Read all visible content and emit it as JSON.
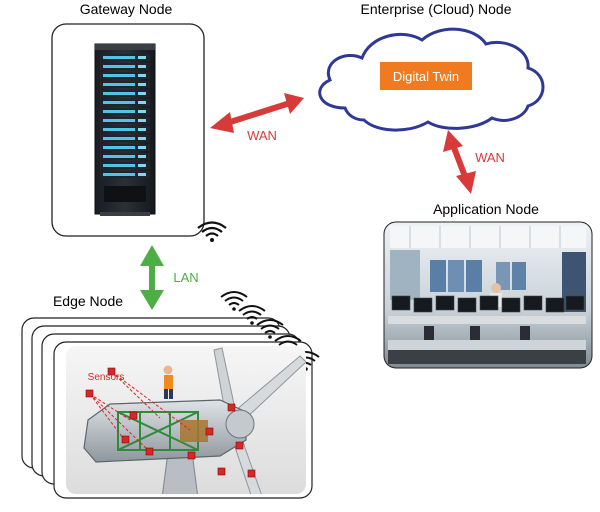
{
  "nodes": {
    "gateway": {
      "title": "Gateway Node"
    },
    "enterprise": {
      "title": "Enterprise (Cloud) Node",
      "twin_label": "Digital Twin"
    },
    "application": {
      "title": "Application Node"
    },
    "edge": {
      "title": "Edge Node",
      "sensors_label": "Sensors"
    }
  },
  "links": {
    "gateway_cloud": "WAN",
    "cloud_application": "WAN",
    "gateway_edge": "LAN"
  },
  "colors": {
    "wan_arrow": "#d83a3a",
    "lan_arrow": "#4cae45",
    "cloud_outline": "#2f3896",
    "digital_twin": "#f07a20",
    "sensor_marker": "#d92626",
    "wifi": "#111111"
  },
  "icons": [
    "server-rack-icon",
    "cloud-icon",
    "wifi-icon",
    "wind-turbine-icon",
    "control-room-icon",
    "worker-icon"
  ]
}
